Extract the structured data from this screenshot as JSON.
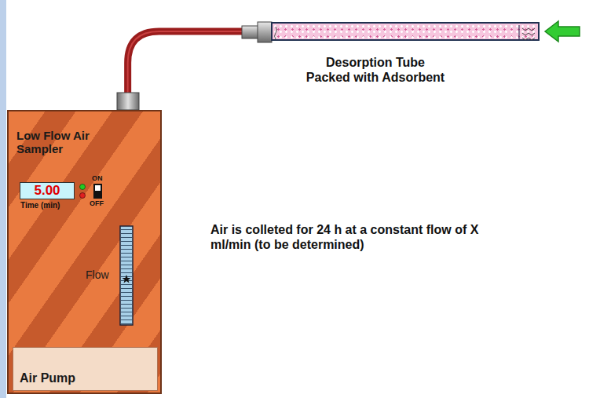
{
  "diagram": {
    "nodes": [
      {
        "text": [
          "Low Flow Air Sampler",
          "Flow"
        ]
      },
      {
        "text": [
          "5.00",
          "Time (min)"
        ],
        "in": 0
      },
      {
        "text": [
          "Air Pump"
        ],
        "in": 0
      },
      {
        "text": [
          "Desorption Tube Packed with Adsorbent"
        ]
      }
    ],
    "edges": [
      {
        "from": 0,
        "to": 3,
        "arrow": "none"
      }
    ],
    "labels": [
      "ON",
      "OFF",
      "Air is colleted for 24 h at a constant flow of X ml/min (to be determined)"
    ]
  }
}
